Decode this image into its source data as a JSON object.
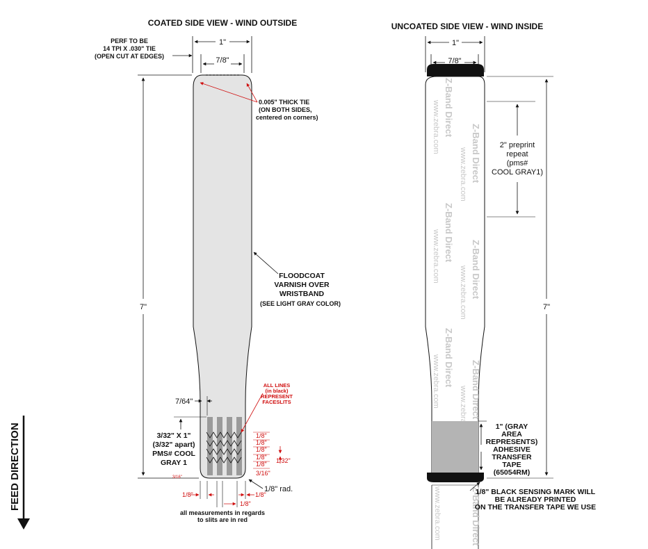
{
  "left": {
    "title": "COATED SIDE VIEW - WIND OUTSIDE",
    "width_outer": "1\"",
    "width_inner": "7/8\"",
    "perf": [
      "PERF TO BE",
      "14 TPI X .030\" TIE",
      "(OPEN CUT AT EDGES)"
    ],
    "tie": [
      "0.005\" THICK TIE",
      "(ON BOTH SIDES,",
      "centered on corners)"
    ],
    "floodcoat": [
      "FLOODCOAT",
      "VARNISH OVER",
      "WRISTBAND"
    ],
    "floodcoat_note": "(SEE LIGHT GRAY COLOR)",
    "length": "7\"",
    "lines_note": [
      "ALL LINES",
      "(in black)",
      "REPRESENT",
      "FACESLITS"
    ],
    "dim_764": "7/64\"",
    "slits": [
      "3/32\" X 1\"",
      "(3/32\" apart)",
      "PMS# COOL",
      "GRAY 1"
    ],
    "eighths": [
      "1/8\"",
      "1/8\"",
      "1/8\"",
      "1/8\"",
      "1/8\""
    ],
    "dim_132": "1/32\"",
    "dim_316": "3/16\"",
    "dim_bottom_small": "3/16\"",
    "dim_radius": "1/8\" rad.",
    "dim_left_18": "1/8\"",
    "dim_right_18": "1/8\"",
    "dim_mid_18": "1/8\"",
    "note": [
      "all measurements in regards",
      "to slits are in red"
    ]
  },
  "right": {
    "title": "UNCOATED SIDE VIEW - WIND INSIDE",
    "width_outer": "1\"",
    "width_inner": "7/8\"",
    "preprint": [
      "2\" preprint",
      "repeat",
      "(pms#",
      "COOL GRAY1)"
    ],
    "length": "7\"",
    "gray_area": [
      "1\" (GRAY",
      "AREA",
      "REPRESENTS)",
      "ADHESIVE",
      "TRANSFER",
      "TAPE",
      "(65054RM)"
    ],
    "sensing": [
      "1/8\" BLACK SENSING MARK WILL",
      "BE ALREADY PRINTED",
      "ON THE TRANSFER TAPE WE USE"
    ],
    "watermark_brand": "Z-Band Direct",
    "watermark_url": "www.zebra.com"
  },
  "feed_direction": "FEED DIRECTION"
}
